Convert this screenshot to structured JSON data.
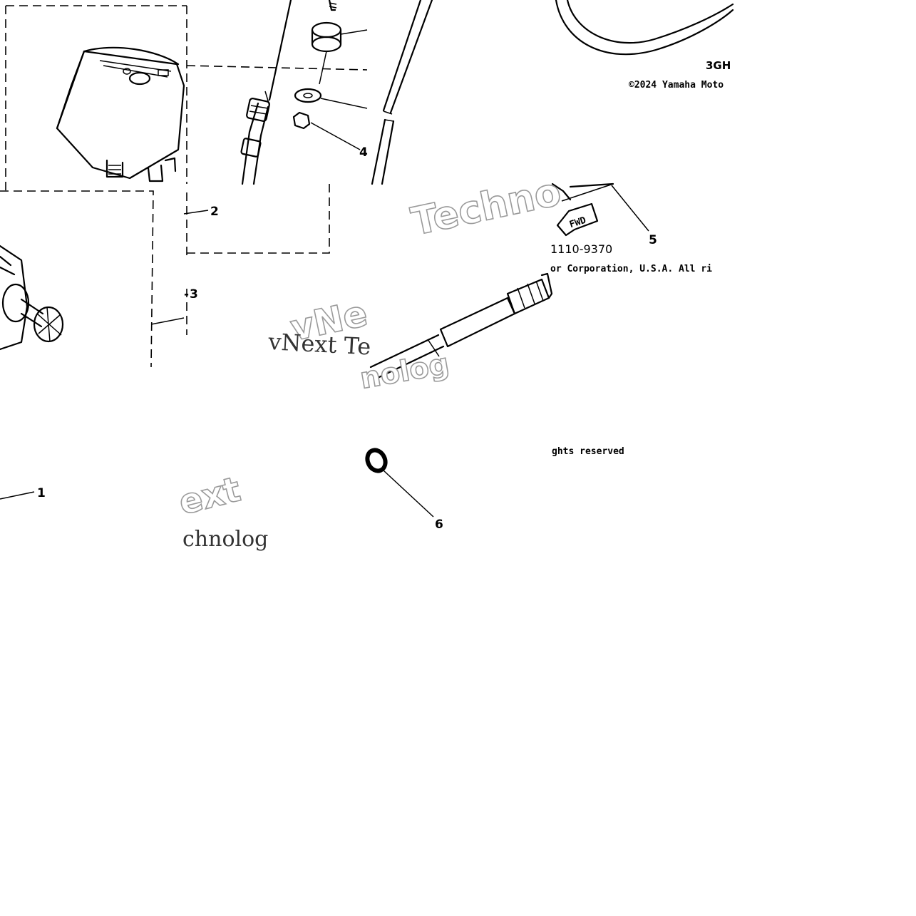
{
  "diagram": {
    "callouts": {
      "c1": "1",
      "c2": "2",
      "c3": "3",
      "c4": "4",
      "c5": "5",
      "c6": "6"
    },
    "labels": {
      "model_code": "3GH",
      "copyright": "©2024 Yamaha Moto",
      "part_ref": "1110-9370",
      "corp_line": "or Corporation, U.S.A. All ri",
      "rights_line": "ghts reserved",
      "fwd": "FWD"
    },
    "watermarks": {
      "w1": "Techno",
      "w2": "vNe",
      "w3": "vNext Te",
      "w4": "nolog",
      "w5": "ext",
      "w6": "chnolog"
    }
  }
}
